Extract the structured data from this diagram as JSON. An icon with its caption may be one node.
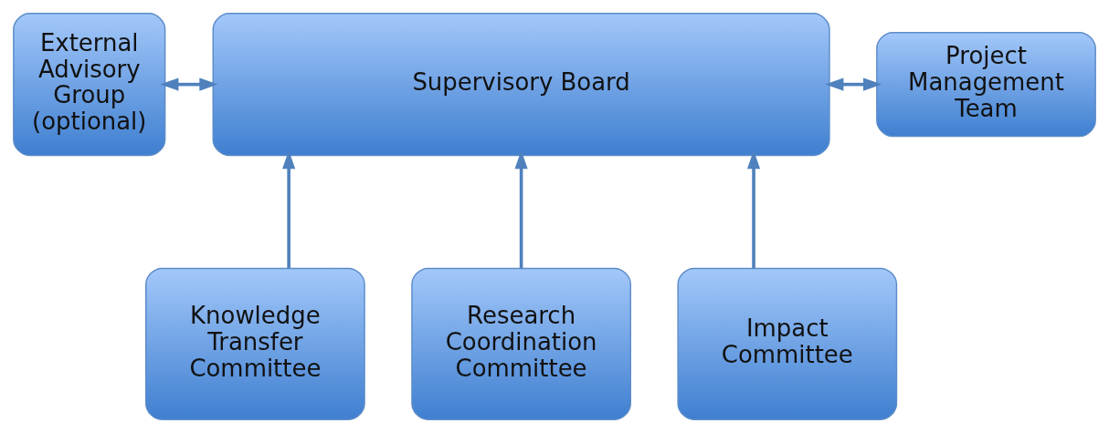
{
  "diagram": {
    "nodes": [
      {
        "text": [
          "External Advisory Group (optional)"
        ]
      },
      {
        "text": [
          "Supervisory Board"
        ]
      },
      {
        "text": [
          "Project Management Team"
        ]
      },
      {
        "text": [
          "Knowledge Transfer Committee"
        ]
      },
      {
        "text": [
          "Research Coordination Committee"
        ]
      },
      {
        "text": [
          "Impact Committee"
        ]
      }
    ],
    "edges": [
      {
        "from": 0,
        "to": 1,
        "arrow": "both"
      },
      {
        "from": 1,
        "to": 2,
        "arrow": "both"
      },
      {
        "from": 3,
        "to": 1,
        "arrow": "to"
      },
      {
        "from": 4,
        "to": 1,
        "arrow": "to"
      },
      {
        "from": 5,
        "to": 1,
        "arrow": "to"
      }
    ]
  }
}
